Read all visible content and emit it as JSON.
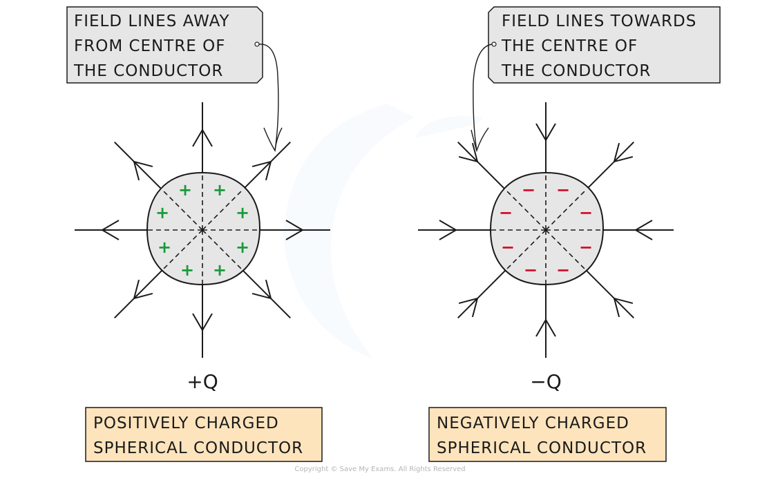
{
  "diagram": {
    "left": {
      "callout_lines": [
        "FIELD LINES AWAY",
        "FROM CENTRE OF",
        "THE CONDUCTOR"
      ],
      "charge_label": "+Q",
      "charge_symbol": "+",
      "charge_color": "#1a9a3c",
      "field_direction": "outward",
      "caption_lines": [
        "POSITIVELY CHARGED",
        "SPHERICAL CONDUCTOR"
      ]
    },
    "right": {
      "callout_lines": [
        "FIELD LINES TOWARDS",
        "THE CENTRE OF",
        "THE CONDUCTOR"
      ],
      "charge_label": "−Q",
      "charge_symbol": "−",
      "charge_color": "#d0102c",
      "field_direction": "inward",
      "caption_lines": [
        "NEGATIVELY CHARGED",
        "SPHERICAL CONDUCTOR"
      ]
    },
    "colors": {
      "callout_fill": "#e6e6e6",
      "caption_fill": "#fde4bd",
      "sphere_fill": "#e6e6e6",
      "line": "#1a1a1a"
    }
  },
  "footer": {
    "copyright": "Copyright © Save My Exams. All Rights Reserved"
  }
}
